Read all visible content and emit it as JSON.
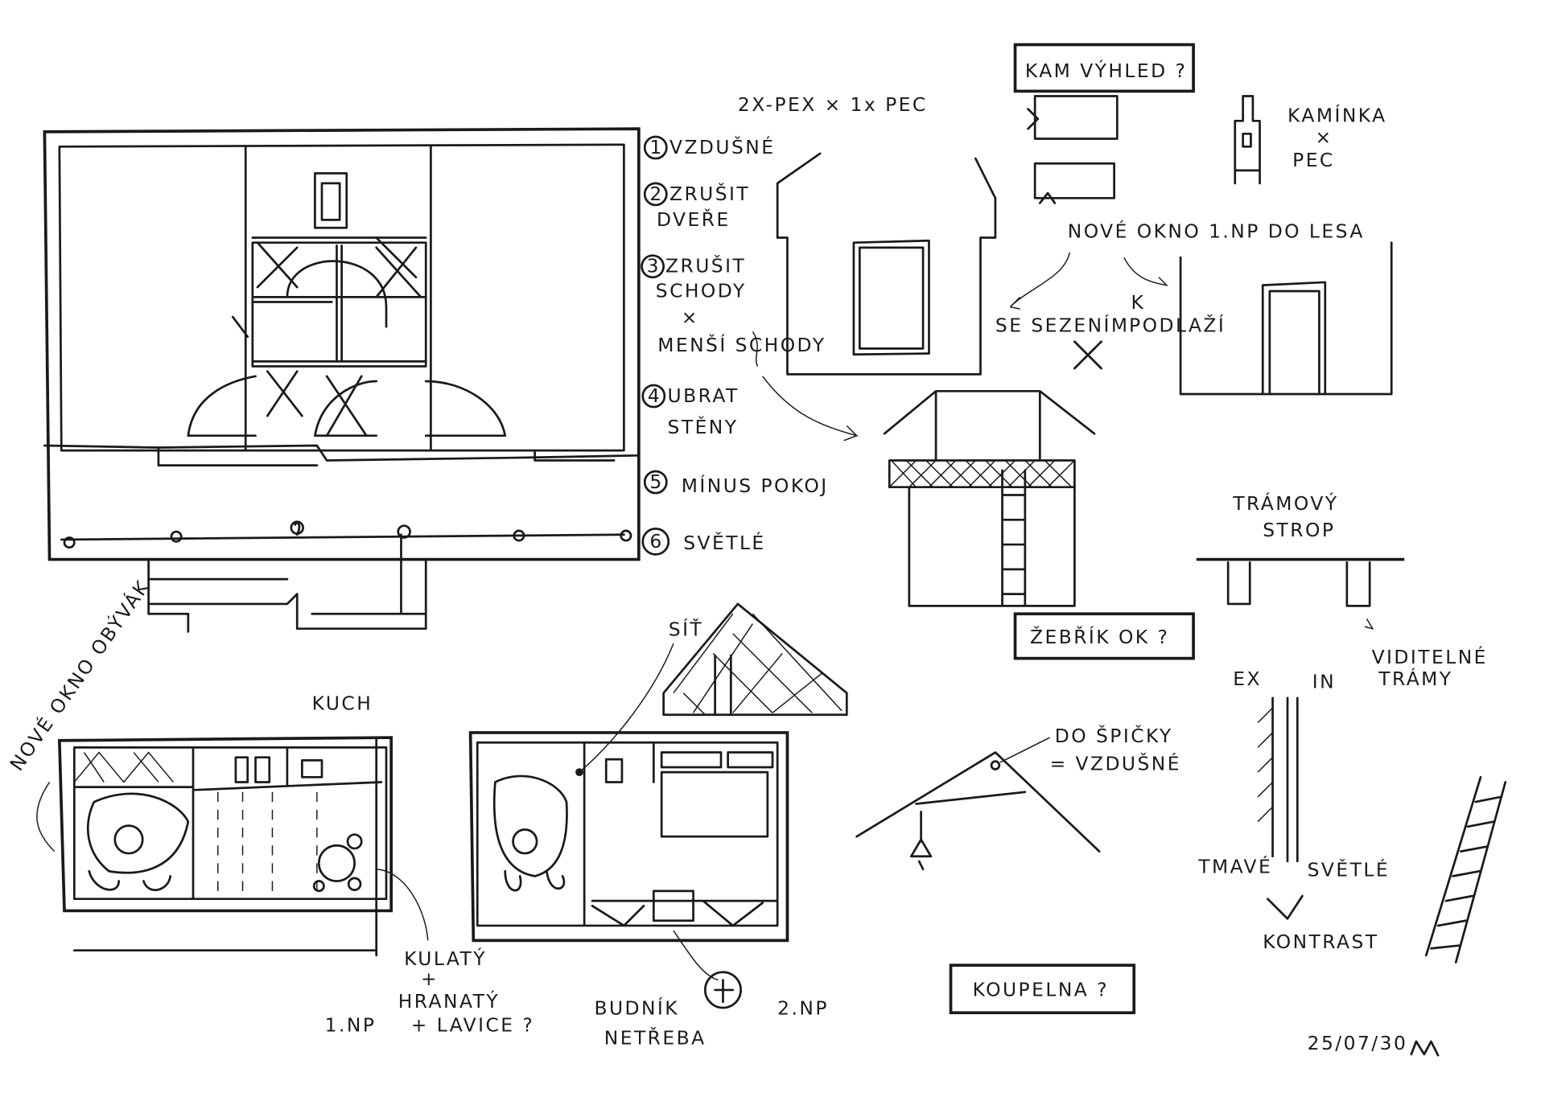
{
  "notes": {
    "view_question": "KAM VÝHLED ?",
    "stove_option": "2X-PEX × 1x PEC",
    "kaminka": [
      "KAMÍNKA",
      "×",
      "PEC"
    ],
    "new_window": "NOVÉ OKNO 1.NP DO LESA",
    "with_seating": "SE SEZENÍM",
    "to_floor": [
      "K",
      "PODLAŽÍ"
    ],
    "list": [
      {
        "num": "1",
        "lines": [
          "VZDUŠNÉ"
        ]
      },
      {
        "num": "2",
        "lines": [
          "ZRUŠIT",
          "DVEŘE"
        ]
      },
      {
        "num": "3",
        "lines": [
          "ZRUŠIT",
          "SCHODY"
        ]
      },
      {
        "num": "",
        "lines": [
          "×",
          "MENŠÍ SCHODY"
        ]
      },
      {
        "num": "4",
        "lines": [
          "UBRAT",
          "STĚNY"
        ]
      },
      {
        "num": "5",
        "lines": [
          "MÍNUS POKOJ"
        ]
      },
      {
        "num": "6",
        "lines": [
          "SVĚTLÉ"
        ]
      }
    ],
    "beam_ceiling": [
      "TRÁMOVÝ",
      "STROP"
    ],
    "ladder_question": "ŽEBŘÍK OK ?",
    "visible_beams": [
      "VIDITELNÉ",
      "TRÁMY"
    ],
    "ex": "EX",
    "in": "IN",
    "net": "SÍŤ",
    "to_peak": [
      "DO ŠPIČKY",
      "= VZDUŠNÉ"
    ],
    "dark": "TMAVÉ",
    "light": "SVĚTLÉ",
    "contrast": "KONTRAST",
    "bathroom_question": "KOUPELNA ?",
    "new_window_living": "NOVÉ OKNO OBÝVÁK",
    "kitchen": "KUCH",
    "table_options": [
      "KULATÝ",
      "+",
      "HRANATÝ",
      "+ LAVICE ?"
    ],
    "floor1": "1.NP",
    "floor2": "2.NP",
    "alarm": [
      "BUDNÍK",
      "NETŘEBA"
    ],
    "date": "25/07/30",
    "signature": "M"
  }
}
